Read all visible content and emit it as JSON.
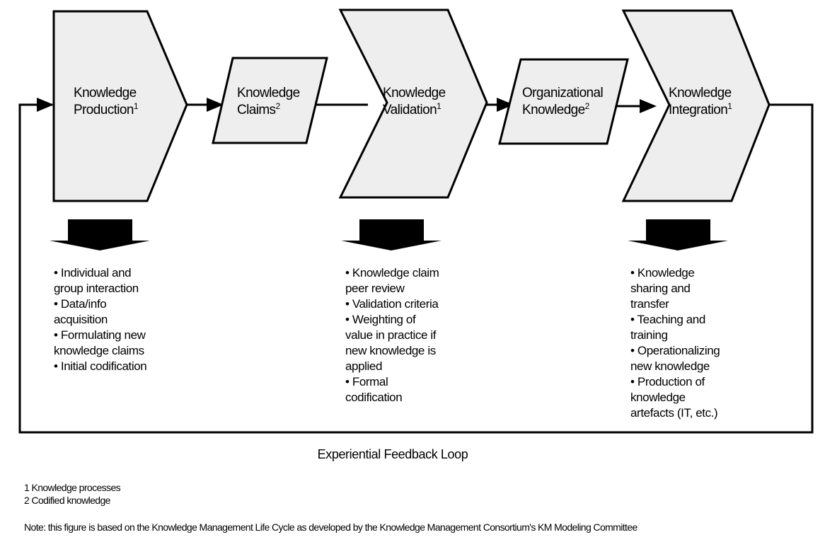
{
  "colors": {
    "shape_fill": "#eeeeee",
    "stroke": "#000000"
  },
  "nodes": [
    {
      "id": "production",
      "line1": "Knowledge",
      "line2": "Production",
      "sup": "1"
    },
    {
      "id": "claims",
      "line1": "Knowledge",
      "line2": "Claims",
      "sup": "2"
    },
    {
      "id": "validation",
      "line1": "Knowledge",
      "line2": "Validation",
      "sup": "1"
    },
    {
      "id": "org",
      "line1": "Organizational",
      "line2": "Knowledge",
      "sup": "2"
    },
    {
      "id": "integration",
      "line1": "Knowledge",
      "line2": "Integration",
      "sup": "1"
    }
  ],
  "bullets": {
    "production": [
      "• Individual and\ngroup interaction",
      "• Data/info\nacquisition",
      "• Formulating new\nknowledge claims",
      "• Initial codification"
    ],
    "validation": [
      "• Knowledge claim\npeer review",
      "• Validation criteria",
      "• Weighting of\nvalue in practice if\nnew knowledge is\napplied",
      "• Formal\ncodification"
    ],
    "integration": [
      "• Knowledge\nsharing and\ntransfer",
      "• Teaching and\ntraining",
      "• Operationalizing\nnew knowledge",
      "• Production of\nknowledge\nartefacts (IT, etc.)"
    ]
  },
  "loop_label": "Experiential Feedback Loop",
  "footnotes": [
    "1 Knowledge processes",
    "2 Codified knowledge"
  ],
  "note": "Note: this figure is based on the Knowledge Management Life Cycle as developed by the Knowledge Management Consortium's KM Modeling Committee"
}
